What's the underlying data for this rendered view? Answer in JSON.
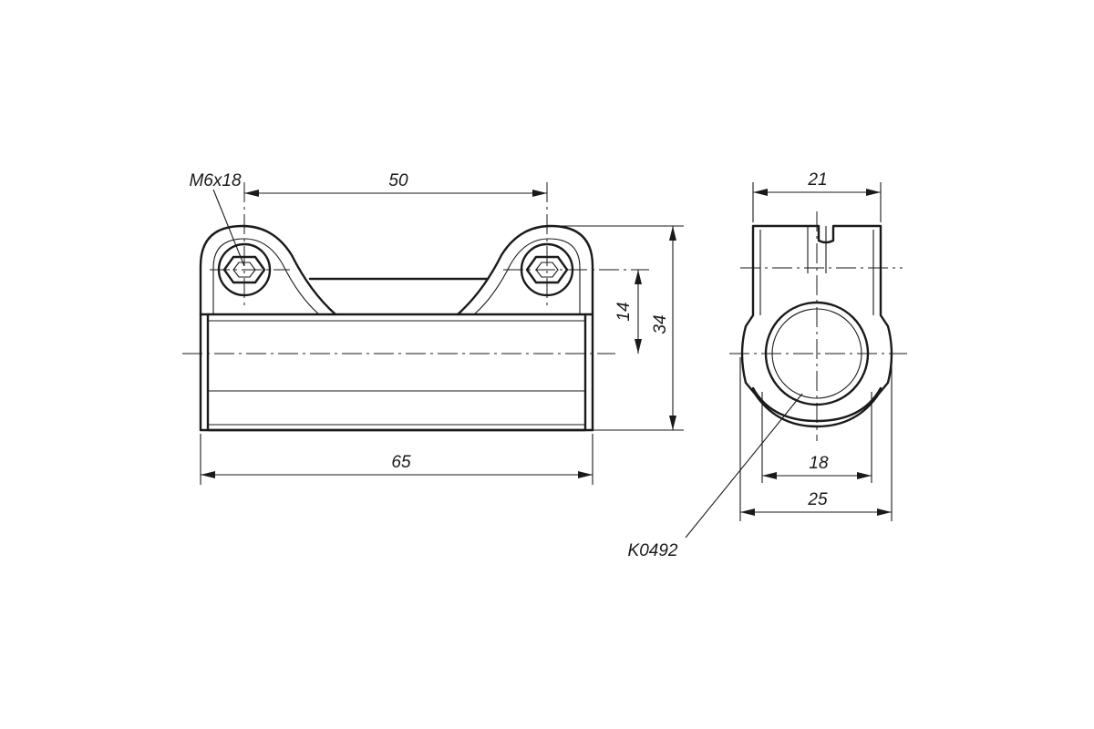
{
  "drawing": {
    "side_view": {
      "screw_callout": "M6x18",
      "dim_bolt_spacing": "50",
      "dim_overall_length": "65",
      "dim_center_height": "14",
      "dim_overall_height": "34"
    },
    "end_view": {
      "dim_top_width": "21",
      "dim_bore": "18",
      "dim_overall_width": "25",
      "part_number": "K0492"
    }
  }
}
